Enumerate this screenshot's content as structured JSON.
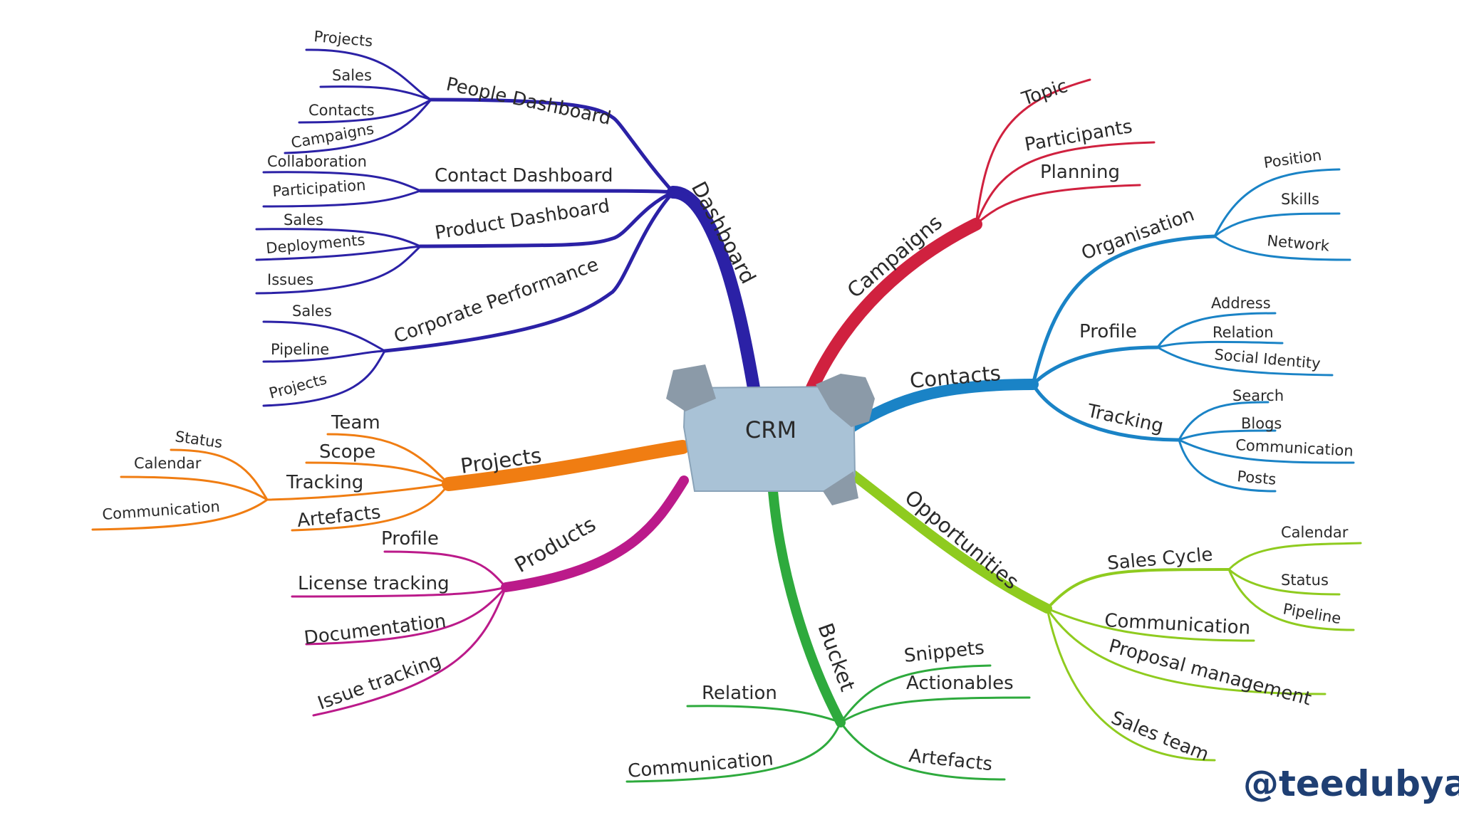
{
  "center": {
    "label": "CRM"
  },
  "watermark": "@teedubya",
  "branches": {
    "dashboard": {
      "label": "Dashboard",
      "color": "#2b21a6",
      "people": {
        "label": "People Dashboard",
        "leaves": [
          "Projects",
          "Sales",
          "Contacts",
          "Campaigns"
        ]
      },
      "contact": {
        "label": "Contact Dashboard",
        "leaves": [
          "Collaboration",
          "Participation"
        ]
      },
      "product": {
        "label": "Product Dashboard",
        "leaves": [
          "Sales",
          "Deployments",
          "Issues"
        ]
      },
      "corporate": {
        "label": "Corporate Performance",
        "leaves": [
          "Sales",
          "Pipeline",
          "Projects"
        ]
      }
    },
    "campaigns": {
      "label": "Campaigns",
      "color": "#d0213f",
      "leaves": [
        "Topic",
        "Participants",
        "Planning"
      ]
    },
    "contacts": {
      "label": "Contacts",
      "color": "#1a83c6",
      "organisation": {
        "label": "Organisation",
        "leaves": [
          "Position",
          "Skills",
          "Network"
        ]
      },
      "profile": {
        "label": "Profile",
        "leaves": [
          "Address",
          "Relation",
          "Social Identity"
        ]
      },
      "tracking": {
        "label": "Tracking",
        "leaves": [
          "Search",
          "Blogs",
          "Communication",
          "Posts"
        ]
      }
    },
    "opportunities": {
      "label": "Opportunities",
      "color": "#8fcb1f",
      "salescycle": {
        "label": "Sales Cycle",
        "leaves": [
          "Calendar",
          "Status",
          "Pipeline"
        ]
      },
      "communication": {
        "label": "Communication"
      },
      "proposal": {
        "label": "Proposal management"
      },
      "salesteam": {
        "label": "Sales team"
      }
    },
    "bucket": {
      "label": "Bucket",
      "color": "#2eaa3d",
      "leaves": [
        "Snippets",
        "Actionables",
        "Artefacts",
        "Relation",
        "Communication"
      ]
    },
    "products": {
      "label": "Products",
      "color": "#bb1a8a",
      "leaves": [
        "Profile",
        "License tracking",
        "Documentation",
        "Issue tracking"
      ]
    },
    "projects": {
      "label": "Projects",
      "color": "#f07d12",
      "leaves": [
        "Team",
        "Scope",
        "Artefacts"
      ],
      "tracking": {
        "label": "Tracking",
        "leaves": [
          "Status",
          "Calendar",
          "Communication"
        ]
      }
    }
  }
}
